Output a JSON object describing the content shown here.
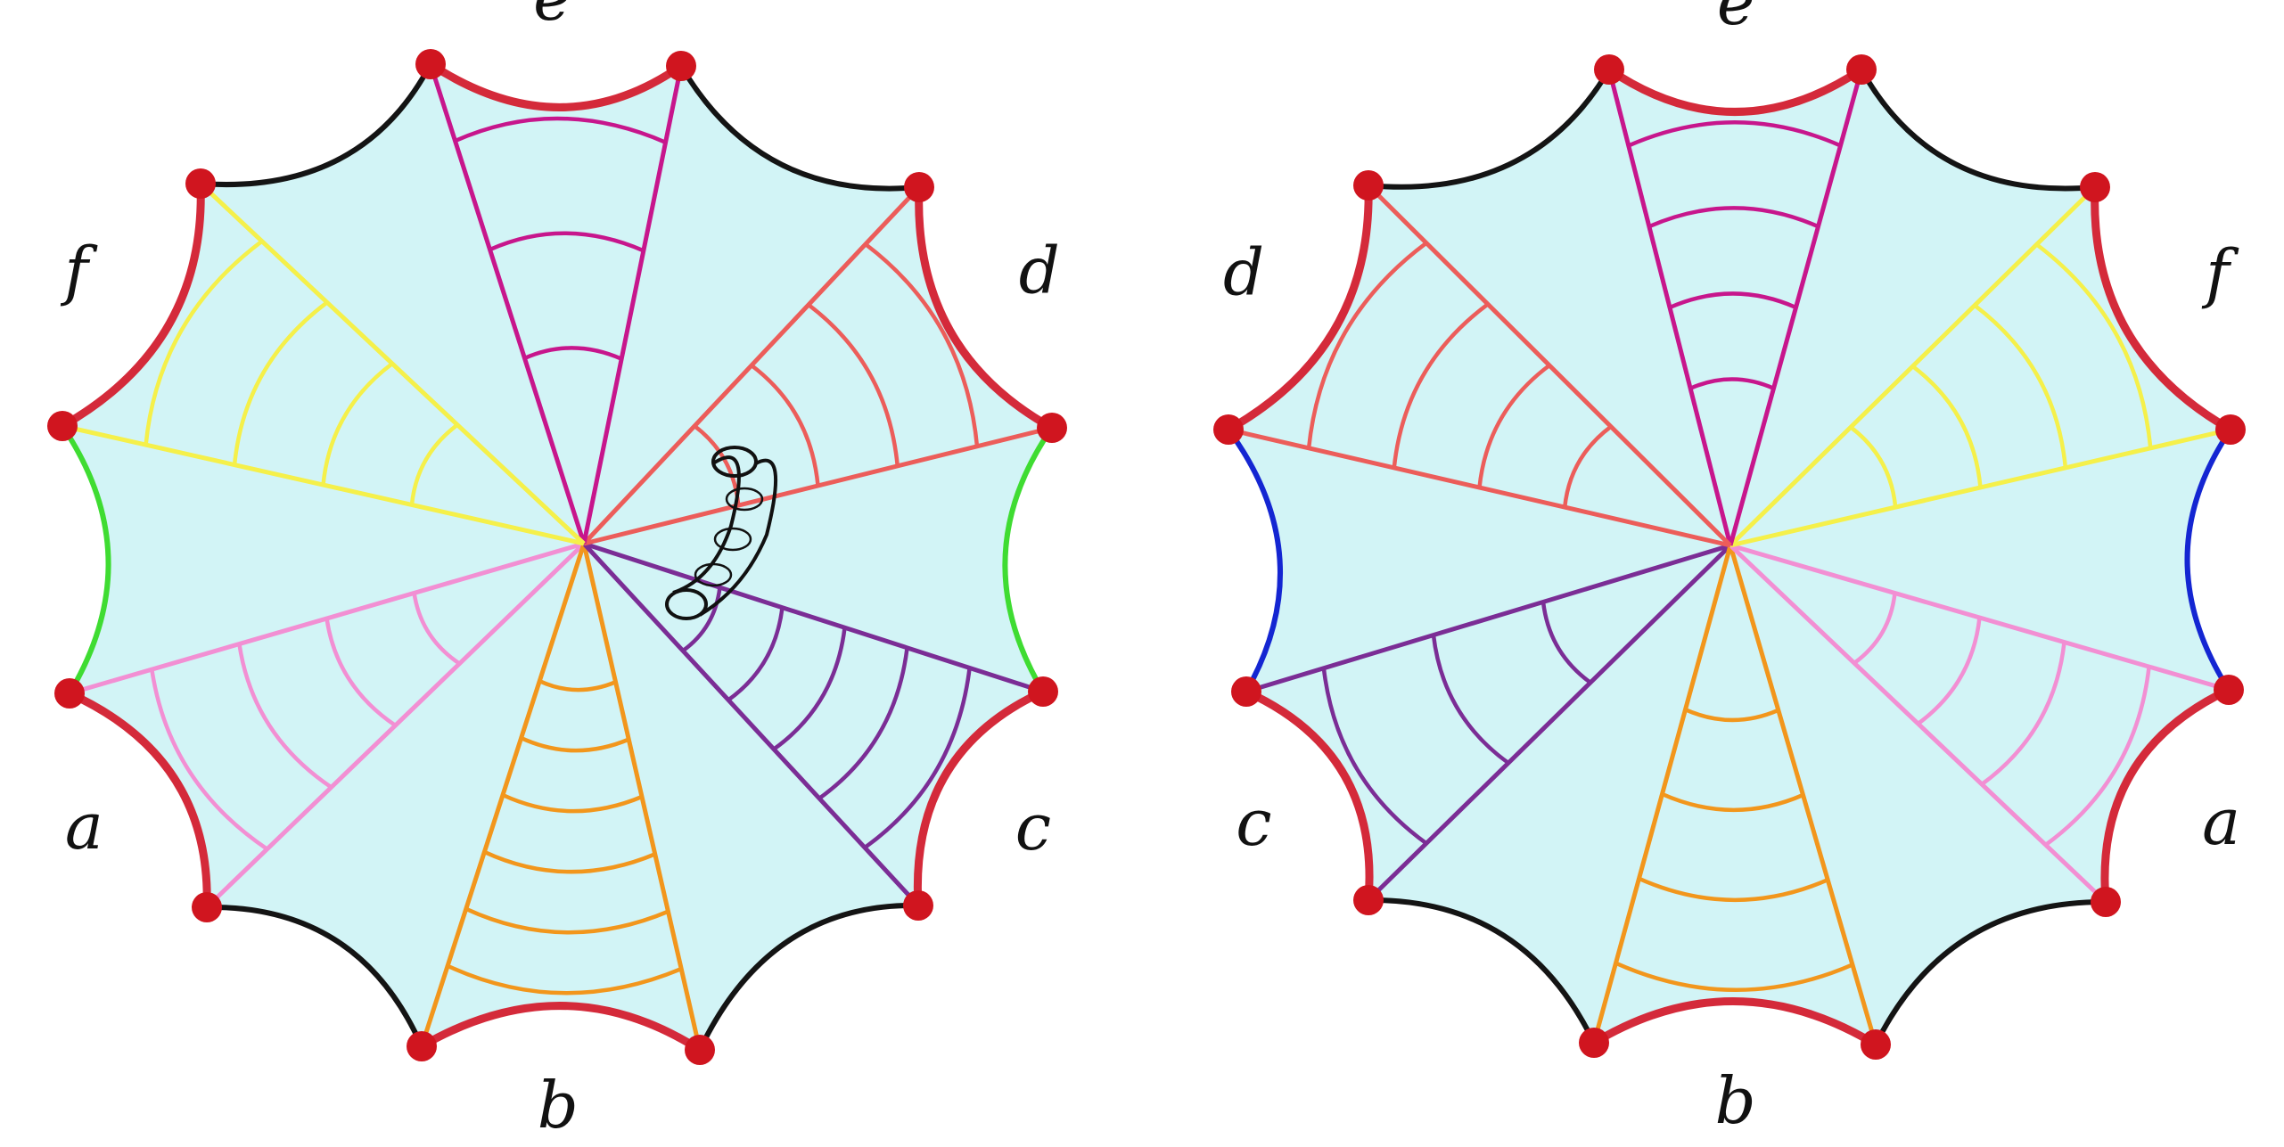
{
  "colors": {
    "fill": "#d2f4f6",
    "vertex": "#d0151f",
    "side_default": "#141414",
    "label_side": "#d42a3a",
    "pink": "#f28fd3",
    "orange": "#f2961c",
    "purple": "#7b2d95",
    "coral": "#ec5d5a",
    "magenta": "#c7168c",
    "yellow": "#f5f04a",
    "green": "#3fdc32",
    "blue": "#1426d2",
    "tube": "#111111"
  },
  "left_polygon": {
    "labels": [
      {
        "text": "a",
        "edge": 0
      },
      {
        "text": "b",
        "edge": 2
      },
      {
        "text": "c",
        "edge": 4
      },
      {
        "text": "d",
        "edge": 6
      },
      {
        "text": "e",
        "edge": 8
      },
      {
        "text": "f",
        "edge": 10
      }
    ],
    "edge_colors": [
      "label_side",
      "side_default",
      "label_side",
      "side_default",
      "label_side",
      "green",
      "label_side",
      "side_default",
      "label_side",
      "side_default",
      "label_side",
      "green"
    ],
    "wedges": [
      {
        "color": "pink",
        "arcs": 4
      },
      {
        "color": "orange",
        "arcs": 6
      },
      {
        "color": "purple",
        "arcs": 5
      },
      {
        "color": "coral",
        "arcs": 4
      },
      {
        "color": "magenta",
        "arcs": 3
      },
      {
        "color": "yellow",
        "arcs": 4
      }
    ]
  },
  "right_polygon": {
    "labels": [
      {
        "text": "a",
        "edge": 4
      },
      {
        "text": "b",
        "edge": 2
      },
      {
        "text": "c",
        "edge": 0
      },
      {
        "text": "d",
        "edge": 10
      },
      {
        "text": "e",
        "edge": 8
      },
      {
        "text": "f",
        "edge": 6
      }
    ],
    "edge_colors": [
      "label_side",
      "side_default",
      "label_side",
      "side_default",
      "label_side",
      "blue",
      "label_side",
      "side_default",
      "label_side",
      "side_default",
      "label_side",
      "blue"
    ],
    "wedges": [
      {
        "color": "purple",
        "arcs": 3
      },
      {
        "color": "orange",
        "arcs": 4
      },
      {
        "color": "pink",
        "arcs": 4
      },
      {
        "color": "yellow",
        "arcs": 4
      },
      {
        "color": "magenta",
        "arcs": 4
      },
      {
        "color": "coral",
        "arcs": 4
      }
    ]
  }
}
